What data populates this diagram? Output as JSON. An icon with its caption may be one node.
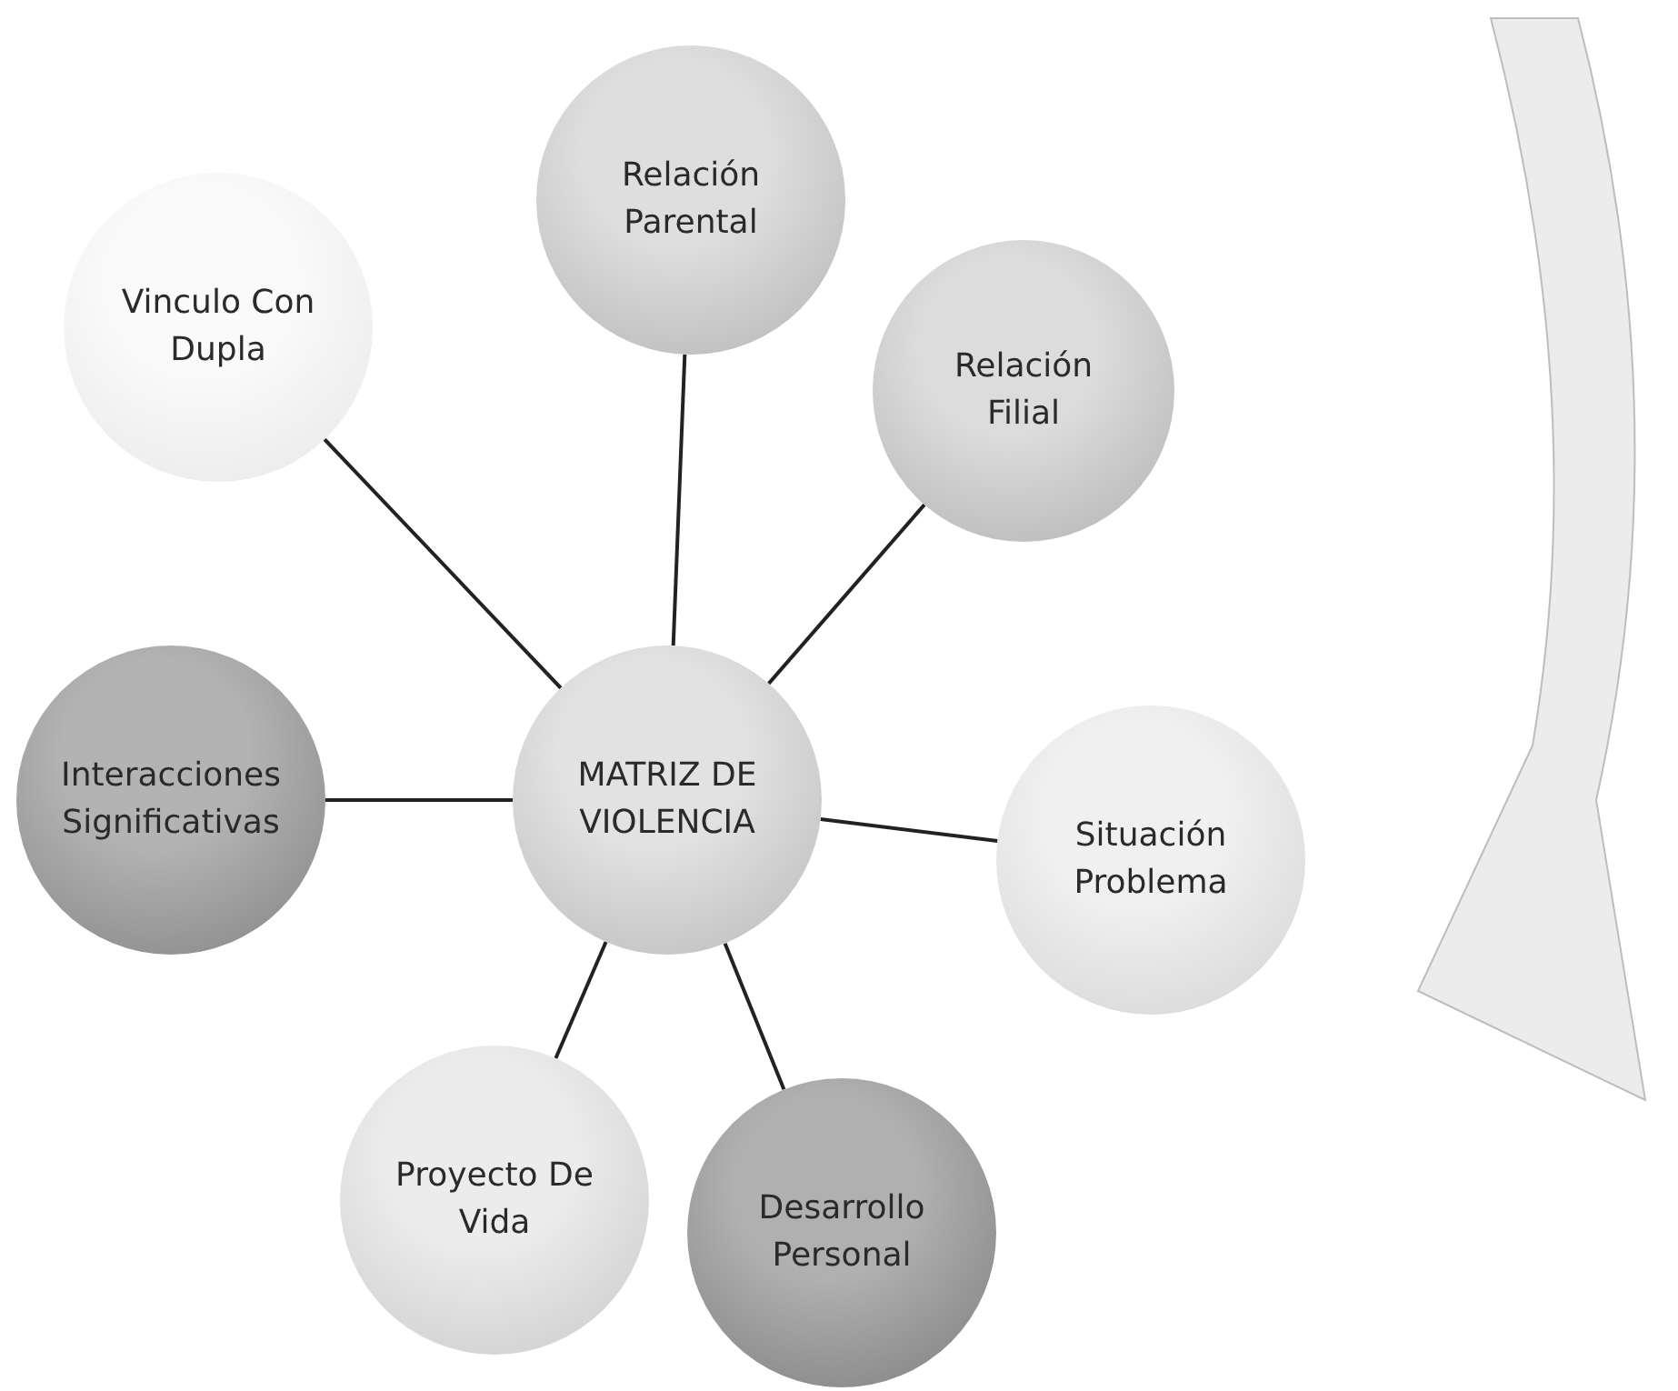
{
  "diagram": {
    "nodes": [
      {
        "text": [
          "MATRIZ DE VIOLENCIA"
        ]
      },
      {
        "text": [
          "Relación Parental"
        ]
      },
      {
        "text": [
          "Relación Filial"
        ]
      },
      {
        "text": [
          "Situación Problema"
        ]
      },
      {
        "text": [
          "Desarrollo Personal"
        ]
      },
      {
        "text": [
          "Proyecto De Vida"
        ]
      },
      {
        "text": [
          "Interacciones Significativas"
        ]
      },
      {
        "text": [
          "Vinculo Con Dupla"
        ]
      }
    ],
    "edges": [
      {
        "from": 0,
        "to": 1,
        "arrow": "none"
      },
      {
        "from": 0,
        "to": 2,
        "arrow": "none"
      },
      {
        "from": 0,
        "to": 3,
        "arrow": "none"
      },
      {
        "from": 0,
        "to": 4,
        "arrow": "none"
      },
      {
        "from": 0,
        "to": 5,
        "arrow": "none"
      },
      {
        "from": 0,
        "to": 6,
        "arrow": "none"
      },
      {
        "from": 0,
        "to": 7,
        "arrow": "none"
      }
    ]
  }
}
